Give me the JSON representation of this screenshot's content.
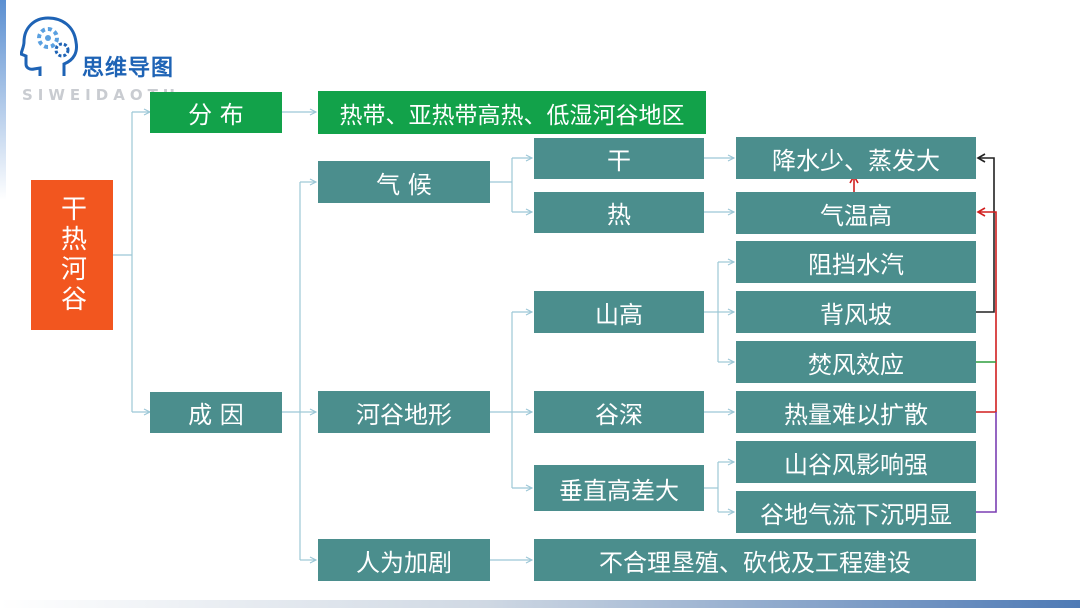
{
  "logo": {
    "title": "思维导图",
    "subtitle": "SIWEIDAOTU",
    "icon": "head-gears-icon"
  },
  "root": {
    "label": "干热河谷"
  },
  "level1": {
    "distribution": "分 布",
    "cause": "成 因"
  },
  "distribution_detail": "热带、亚热带高热、低湿河谷地区",
  "level2": {
    "climate": "气 候",
    "terrain": "河谷地形",
    "human": "人为加剧"
  },
  "level3": {
    "dry": "干",
    "hot": "热",
    "mountain_high": "山高",
    "valley_deep": "谷深",
    "vertical_diff": "垂直高差大"
  },
  "level4": {
    "less_rain": "降水少、蒸发大",
    "high_temp": "气温高",
    "block_vapor": "阻挡水汽",
    "leeward": "背风坡",
    "foehn": "焚风效应",
    "heat_hard": "热量难以扩散",
    "valley_wind": "山谷风影响强",
    "air_sink": "谷地气流下沉明显"
  },
  "human_detail": "不合理垦殖、砍伐及工程建设",
  "colors": {
    "teal": "#4b8e8d",
    "green": "#12a24a",
    "orange": "#f2561f",
    "connector": "#9cc7d6",
    "arrow_black": "#222222",
    "arrow_red": "#d11f1f",
    "arrow_green": "#2e9e3e",
    "arrow_purple": "#7b3fb3"
  }
}
